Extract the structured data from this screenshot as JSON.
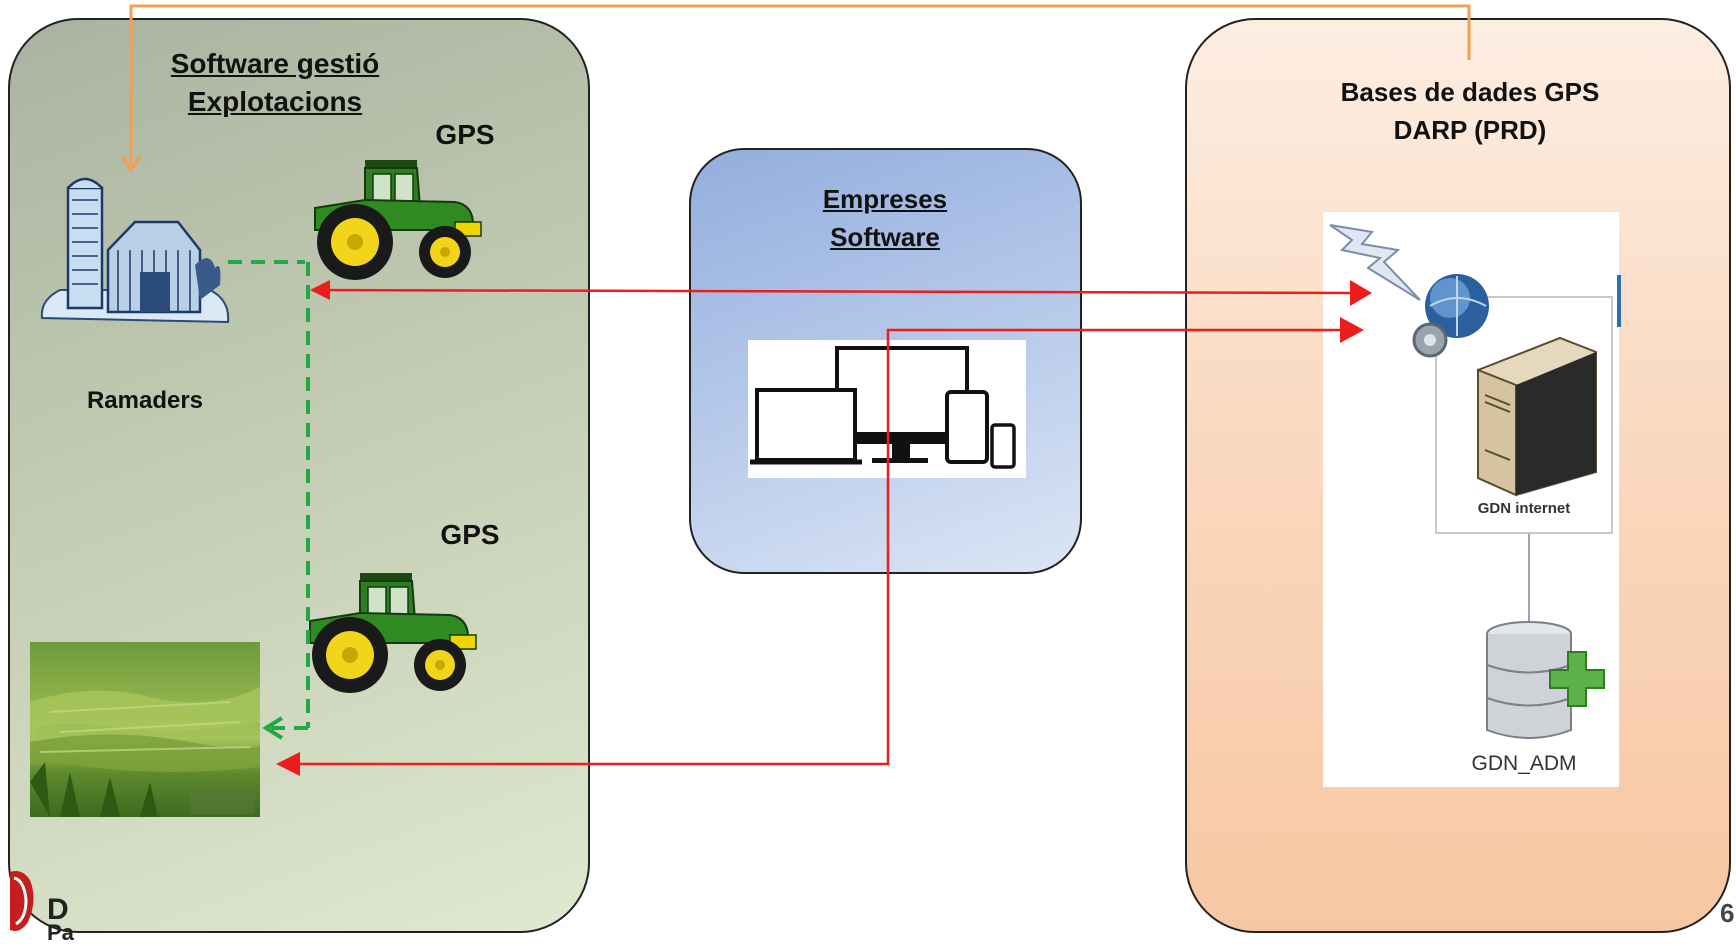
{
  "left_panel": {
    "title_line1": "Software gestió",
    "title_line2": "Explotacions",
    "gps_label_1": "GPS",
    "gps_label_2": "GPS",
    "ramaders_label": "Ramaders"
  },
  "middle_panel": {
    "title_line1": "Empreses",
    "title_line2": "Software"
  },
  "right_panel": {
    "title_line1": "Bases de dades GPS",
    "title_line2": "DARP (PRD)",
    "server_label": "GDN internet",
    "database_label": "GDN_ADM"
  },
  "footer": {
    "page_number": "6",
    "logo_text_1": "D",
    "logo_text_2": "Pa"
  },
  "colors": {
    "red_arrow": "#ee1c1c",
    "green_dashed": "#22a845",
    "orange_connector": "#f0a050"
  }
}
